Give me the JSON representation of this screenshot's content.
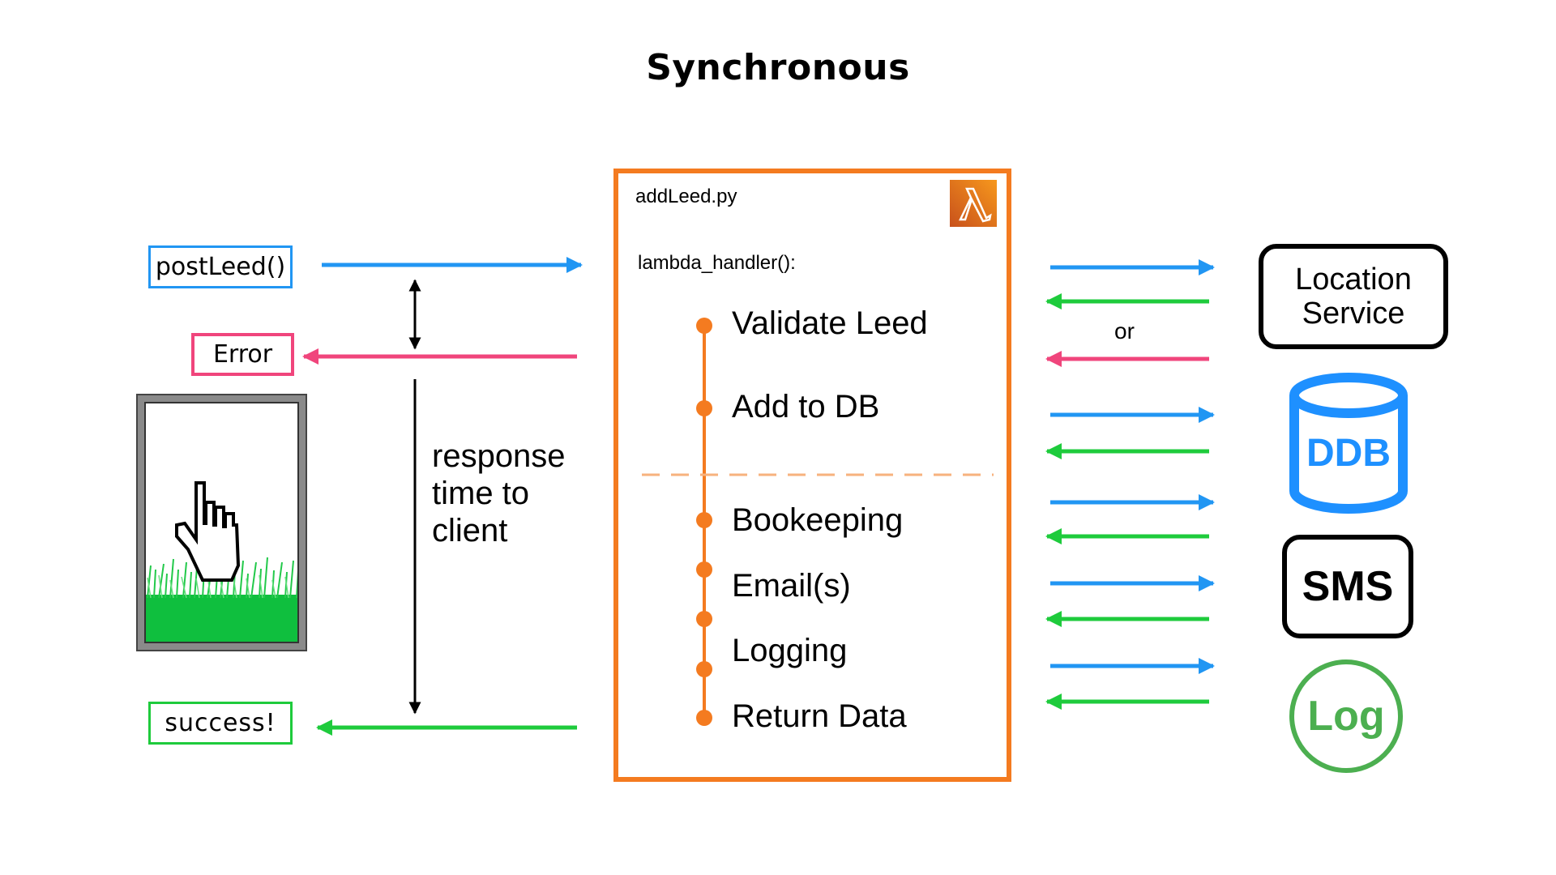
{
  "title": "Synchronous",
  "client": {
    "request_label": "postLeed()",
    "error_label": "Error",
    "success_label": "success!"
  },
  "response_time_label": "response time to client",
  "lambda": {
    "file_name": "addLeed.py",
    "handler": "lambda_handler():",
    "steps_before_divider": [
      "Validate Leed",
      "Add to DB"
    ],
    "steps_after_divider": [
      "Bookeeping",
      "Email(s)",
      "Logging",
      "Return Data"
    ]
  },
  "or_label": "or",
  "services": {
    "location": "Location Service",
    "ddb": "DDB",
    "sms": "SMS",
    "log": "Log"
  },
  "colors": {
    "request_arrow": "#2196f3",
    "success_arrow": "#1ecb3c",
    "error_arrow": "#f0457c",
    "lambda_orange": "#f47b20",
    "ddb_blue": "#1e90ff",
    "log_green": "#4caf50"
  },
  "icons": [
    "lambda-icon",
    "pointer-hand-icon",
    "grass-icon",
    "database-icon"
  ]
}
